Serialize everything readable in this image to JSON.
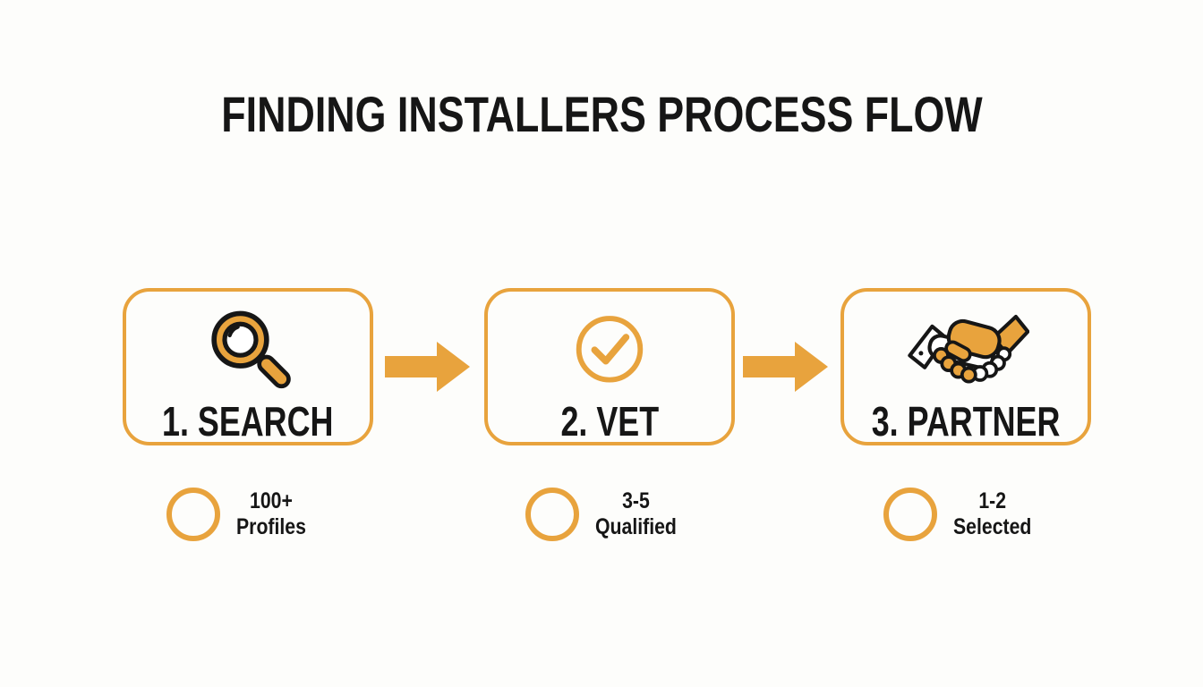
{
  "title": "FINDING INSTALLERS PROCESS FLOW",
  "colors": {
    "accent": "#E8A33D",
    "ink": "#161616",
    "background": "#FDFDFB",
    "white": "#FFFFFF"
  },
  "steps": [
    {
      "label": "1. SEARCH",
      "icon": "magnifier-icon",
      "stat_value": "100+",
      "stat_label": "Profiles"
    },
    {
      "label": "2. VET",
      "icon": "check-circle-icon",
      "stat_value": "3-5",
      "stat_label": "Qualified"
    },
    {
      "label": "3. PARTNER",
      "icon": "handshake-icon",
      "stat_value": "1-2",
      "stat_label": "Selected"
    }
  ]
}
